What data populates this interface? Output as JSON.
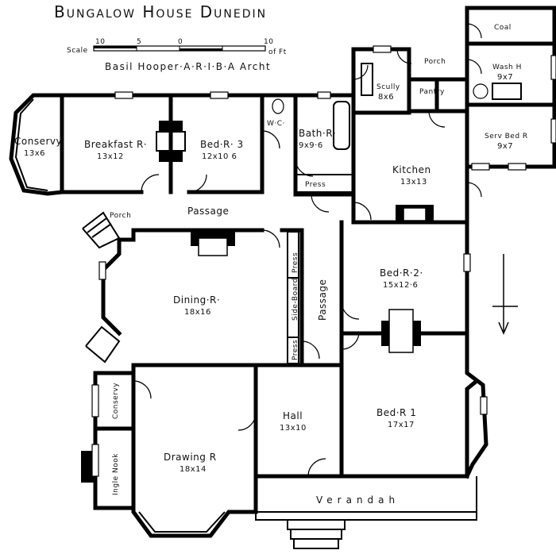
{
  "title": "Bungalow House Dunedin",
  "architect": "Basil Hooper·A·R·I·B·A Archt",
  "scale": {
    "label": "Scale",
    "ticks": [
      "10",
      "5",
      "0",
      "10"
    ],
    "unit": "of Ft"
  },
  "rooms": {
    "conservatory_top": {
      "name": "Conservy",
      "dims": "13x6"
    },
    "breakfast": {
      "name": "Breakfast R·",
      "dims": "13x12"
    },
    "bed3": {
      "name": "Bed·R· 3",
      "dims": "12x10 6"
    },
    "wc": {
      "name": "W·C·"
    },
    "bath": {
      "name": "Bath·R·",
      "dims": "9x9·6"
    },
    "press_top": {
      "name": "Press"
    },
    "scully": {
      "name": "Scully",
      "dims": "8x6"
    },
    "porch_top": {
      "name": "Porch"
    },
    "pantry": {
      "name": "Pantry"
    },
    "coal": {
      "name": "Coal"
    },
    "wash": {
      "name": "Wash H",
      "dims": "9x7"
    },
    "serv_bed": {
      "name": "Serv Bed R",
      "dims": "9x7"
    },
    "kitchen": {
      "name": "Kitchen",
      "dims": "13x13"
    },
    "porch_left": {
      "name": "Porch"
    },
    "passage_h": {
      "name": "Passage"
    },
    "passage_v": {
      "name": "Passage"
    },
    "dining": {
      "name": "Dining·R·",
      "dims": "18x16"
    },
    "press_side_top": {
      "name": "Press"
    },
    "side_board": {
      "name": "Side-Board"
    },
    "press_side_bottom": {
      "name": "Press"
    },
    "bed2": {
      "name": "Bed·R·2·",
      "dims": "15x12·6"
    },
    "conservatory_side": {
      "name": "Conservy"
    },
    "ingle_nook": {
      "name": "Ingle Nook"
    },
    "hall": {
      "name": "Hall",
      "dims": "13x10"
    },
    "bed1": {
      "name": "Bed·R 1",
      "dims": "17x17"
    },
    "drawing": {
      "name": "Drawing R",
      "dims": "18x14"
    },
    "verandah": {
      "name": "Verandah"
    }
  }
}
